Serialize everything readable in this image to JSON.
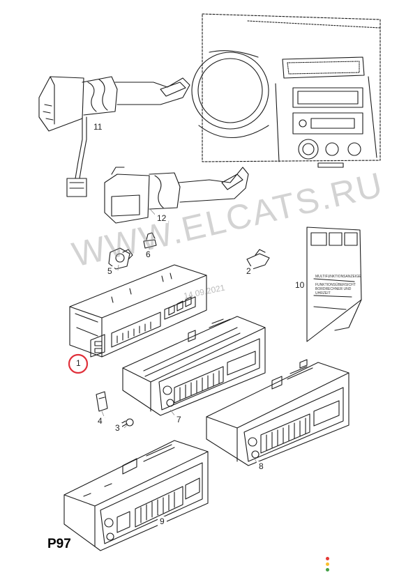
{
  "watermark": {
    "text": "WWW.ELCATS.RU",
    "date": "14.09.2021"
  },
  "page_code": "P97",
  "callouts": {
    "p1": "1",
    "p2": "2",
    "p3": "3",
    "p4": "4",
    "p5": "5",
    "p6": "6",
    "p7": "7",
    "p8": "8",
    "p9": "9",
    "p10": "10",
    "p11": "11",
    "p12": "12"
  },
  "label_card": {
    "heading": "MULTIFUNKTIONSANZEIGE",
    "lines": [
      "FUNKTIONSÜBERSICHT",
      "BORDRECHNER UND",
      "UHRZEIT"
    ]
  },
  "colors": {
    "line": "#1a1a1a",
    "highlight_circle": "#e0303a",
    "dot_red": "#e53935",
    "dot_yellow": "#fbc02d",
    "dot_green": "#43a047"
  }
}
